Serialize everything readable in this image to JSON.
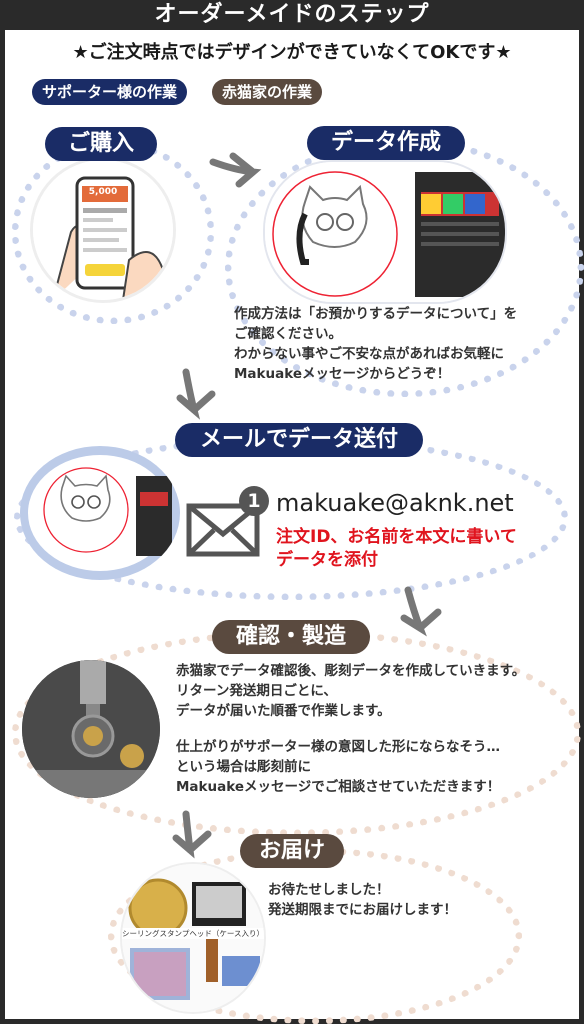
{
  "header": {
    "title": "オーダーメイドのステップ"
  },
  "subtitle": "★ご注文時点ではデザインができていなくてOKです★",
  "legend": {
    "supporter": "サポーター様の作業",
    "akaneko": "赤猫家の作業"
  },
  "steps": {
    "purchase": {
      "label": "ご購入",
      "phone_price": "5,000"
    },
    "data": {
      "label": "データ作成",
      "text": [
        "作成方法は「お預かりするデータについて」を",
        "ご確認ください。",
        "わからない事やご不安な点があればお気軽に",
        "Makuakeメッセージからどうぞ！"
      ]
    },
    "mail": {
      "label": "メールでデータ送付",
      "badge": "1",
      "email": "makuake@aknk.net",
      "note": [
        "注文ID、お名前を本文に書いて",
        "データを添付"
      ]
    },
    "confirm": {
      "label": "確認・製造",
      "text1": [
        "赤猫家でデータ確認後、彫刻データを作成していきます。",
        "リターン発送期日ごとに、",
        "データが届いた順番で作業します。"
      ],
      "text2": [
        "仕上がりがサポーター様の意図した形にならなそう…",
        "という場合は彫刻前に",
        "Makuakeメッセージでご相談させていただきます！"
      ]
    },
    "deliver": {
      "label": "お届け",
      "text": [
        "お待たせしました！",
        "発送期限までにお届けします！"
      ],
      "product_caption": "シーリングスタンプヘッド（ケース入り）"
    }
  },
  "colors": {
    "navy": "#1a2c66",
    "brown": "#5a4a3f",
    "red": "#e0141e",
    "dot_blue": "#c9d3ec",
    "dot_tan": "#efdcd0"
  }
}
